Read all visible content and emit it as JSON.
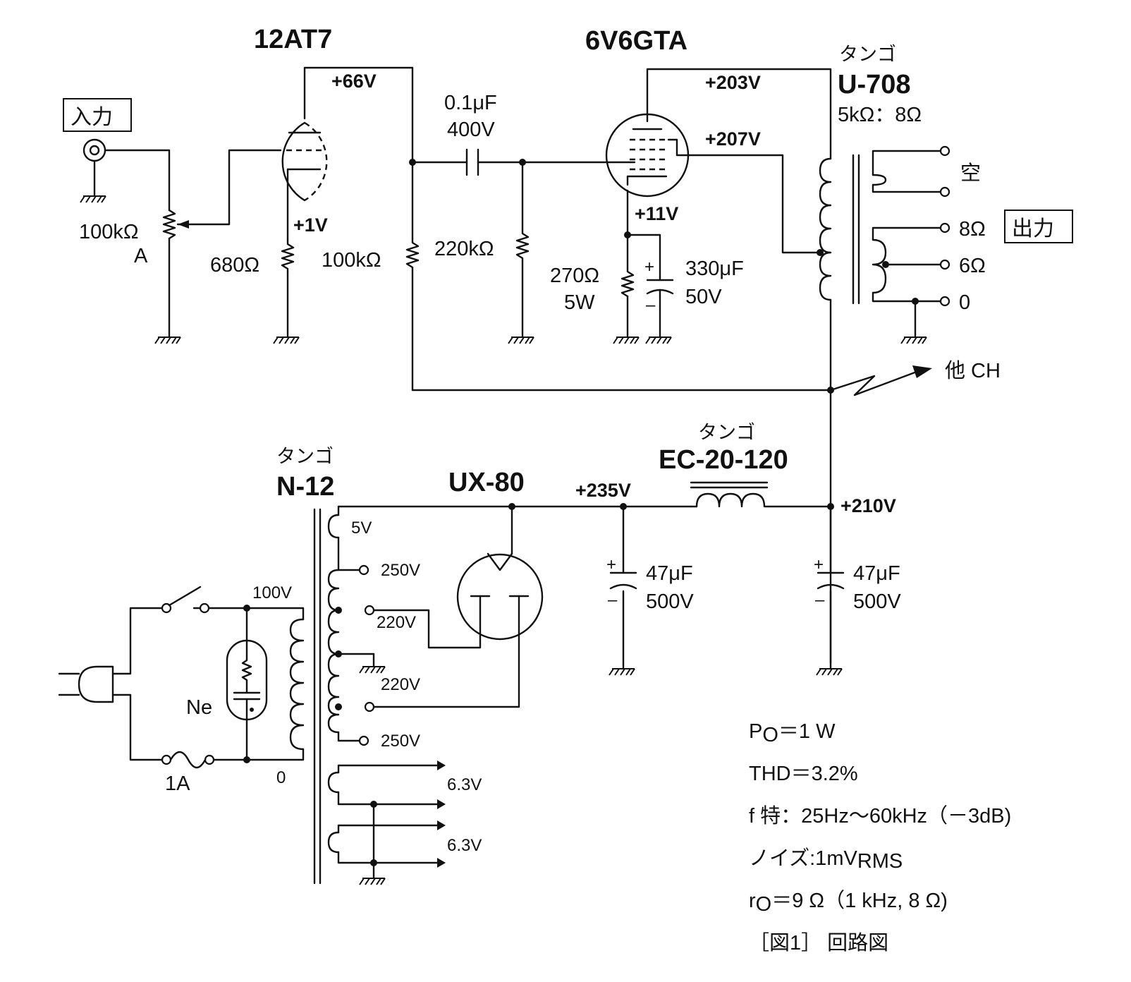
{
  "tubes": {
    "preamp": "12AT7",
    "output": "6V6GTA",
    "rectifier": "UX-80"
  },
  "output_transformer": {
    "maker": "タンゴ",
    "model": "U-708",
    "impedance": "5kΩ：8Ω",
    "taps": [
      "空",
      "8Ω",
      "6Ω",
      "0"
    ]
  },
  "power_transformer": {
    "maker": "タンゴ",
    "model": "N-12",
    "primary": [
      "100V",
      "0"
    ],
    "secondary": [
      "5V",
      "250V",
      "220V",
      "220V",
      "250V",
      "6.3V",
      "6.3V"
    ]
  },
  "choke": {
    "maker": "タンゴ",
    "model": "EC-20-120"
  },
  "labels": {
    "input": "入力",
    "output": "出力",
    "other_channel": "他 CH",
    "neon": "Ne",
    "fuse": "1A"
  },
  "voltages": {
    "plate_12at7": "+66V",
    "cathode_12at7": "+1V",
    "plate_6v6": "+203V",
    "screen_6v6": "+207V",
    "cathode_6v6": "+11V",
    "rect_out": "+235V",
    "b_plus": "+210V"
  },
  "components": {
    "volume": [
      "100kΩ",
      "A"
    ],
    "rk1": "680Ω",
    "rl1": "100kΩ",
    "cc": [
      "0.1μF",
      "400V"
    ],
    "rg": "220kΩ",
    "rk2": [
      "270Ω",
      "5W"
    ],
    "ck2": [
      "330μF",
      "50V"
    ],
    "c1": [
      "47μF",
      "500V"
    ],
    "c2": [
      "47μF",
      "500V"
    ]
  },
  "specs": {
    "po_sym": "P",
    "po_sub": "O",
    "po_val": "＝1 W",
    "thd": "THD＝3.2%",
    "freq": "f 特：25Hz～60kHz（－3dB)",
    "noise_main": "ノイズ:1mV",
    "noise_sub": "RMS",
    "ro_sym": "r",
    "ro_sub": "O",
    "ro_val": "＝9 Ω（1 kHz, 8 Ω)",
    "caption": "［図1］ 回路図"
  }
}
